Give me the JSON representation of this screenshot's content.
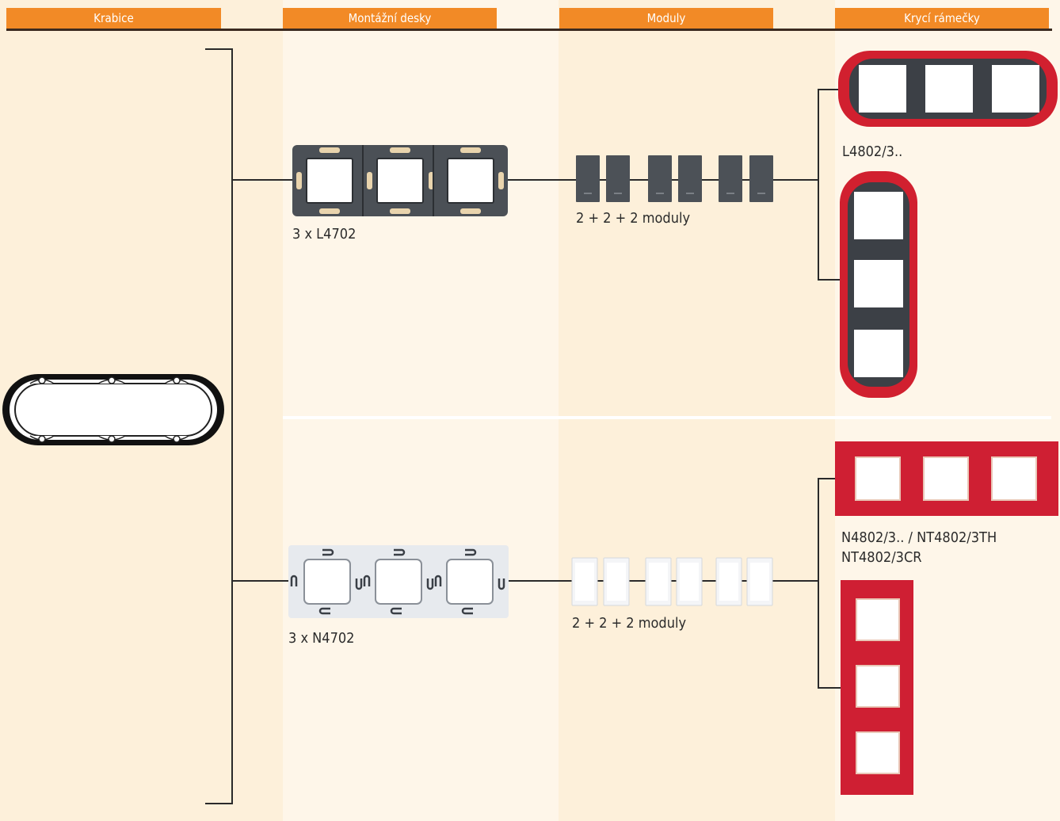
{
  "headers": {
    "boxes": "Krabice",
    "plates": "Montážní desky",
    "modules": "Moduly",
    "frames": "Krycí rámečky"
  },
  "rows": [
    {
      "plate_label": "3 x L4702",
      "module_label": "2 + 2 + 2 moduly",
      "frame_label_lines": [
        "L4802/3.."
      ],
      "plate_color": "#4a4f55",
      "module_color": "#4c5157",
      "frame_color": "#d1202f",
      "window_color": "#ffffff"
    },
    {
      "plate_label": "3 x N4702",
      "module_label": "2 + 2 + 2 moduly",
      "frame_label_lines": [
        "N4802/3.. / NT4802/3TH",
        "NT4802/3CR"
      ],
      "plate_color": "#e6e9ee",
      "module_color": "#f4f5f7",
      "frame_color": "#cf1f33",
      "window_color": "#ffffff"
    }
  ],
  "colors": {
    "header_bg": "#f28a26",
    "page_bg": "#fdf0da",
    "band_light": "#fdf5e7",
    "line": "#2a2a2a"
  }
}
